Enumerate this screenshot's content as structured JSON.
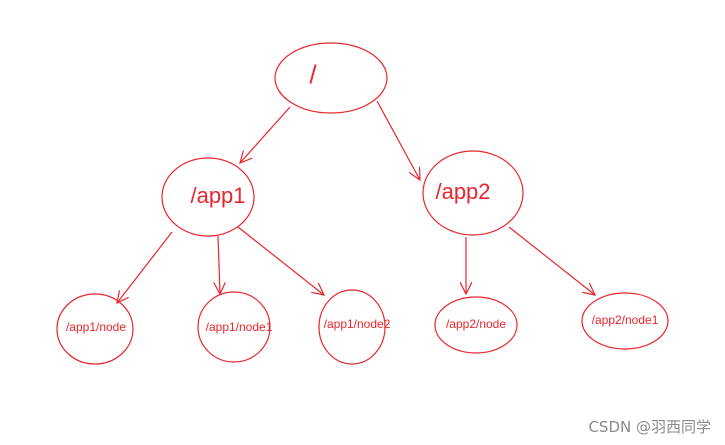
{
  "tree": {
    "root": {
      "label": "/"
    },
    "app1": {
      "label": "/app1"
    },
    "app2": {
      "label": "/app2"
    },
    "app1_node": {
      "label": "/app1/node"
    },
    "app1_node1": {
      "label": "/app1/node1"
    },
    "app1_node2": {
      "label": "/app1/node2"
    },
    "app2_node": {
      "label": "/app2/node"
    },
    "app2_node1": {
      "label": "/app2/node1"
    }
  },
  "edges": [
    [
      "root",
      "app1"
    ],
    [
      "root",
      "app2"
    ],
    [
      "app1",
      "app1_node"
    ],
    [
      "app1",
      "app1_node1"
    ],
    [
      "app1",
      "app1_node2"
    ],
    [
      "app2",
      "app2_node"
    ],
    [
      "app2",
      "app2_node1"
    ]
  ],
  "colors": {
    "stroke": "#e8262d",
    "watermark": "#8a8a8a"
  },
  "watermark": "CSDN @羽西同学"
}
